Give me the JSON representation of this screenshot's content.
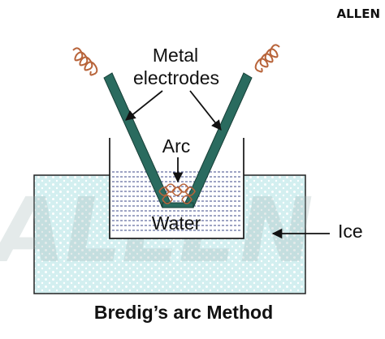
{
  "brand": {
    "logo_text": "ALLEN",
    "watermark_text": "ALLEN"
  },
  "labels": {
    "metal": "Metal",
    "electrodes": "electrodes",
    "arc": "Arc",
    "water": "Water",
    "ice": "Ice"
  },
  "caption": "Bredig’s arc Method",
  "colors": {
    "electrode": "#2a6b5f",
    "electrode_outline": "#173f37",
    "coil": "#b8643a",
    "ice_fill": "#d3eff0",
    "ice_dots": "#ffffff",
    "water_lines": "#3d4a8a",
    "vessel_outline": "#222222",
    "label_text": "#111111"
  },
  "icons": {
    "spark": "arc-spark-icon",
    "pointer": "arrow-icon"
  }
}
